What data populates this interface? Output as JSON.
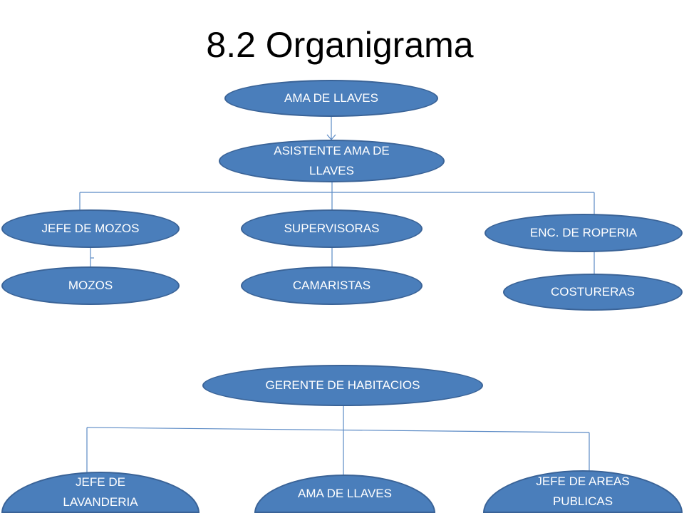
{
  "slide": {
    "title": "8.2 Organigrama"
  },
  "chart1": {
    "ama_de_llaves": "AMA DE LLAVES",
    "asistente": "ASISTENTE AMA DE LLAVES",
    "jefe_de_mozos": "JEFE DE MOZOS",
    "supervisoras": "SUPERVISORAS",
    "enc_de_roperia": "ENC. DE ROPERIA",
    "mozos": "MOZOS",
    "camaristas": "CAMARISTAS",
    "costureras": "COSTURERAS"
  },
  "chart2": {
    "gerente": "GERENTE DE HABITACIOS",
    "jefe_de_lavanderia": "JEFE DE LAVANDERIA",
    "ama_de_llaves": "AMA DE LLAVES",
    "jefe_de_areas_publicas": "JEFE DE AREAS PUBLICAS"
  },
  "colors": {
    "node_fill": "#4a7ebb",
    "node_border": "#3a6397",
    "node_text": "#ffffff",
    "connector": "#5b8ac5"
  }
}
